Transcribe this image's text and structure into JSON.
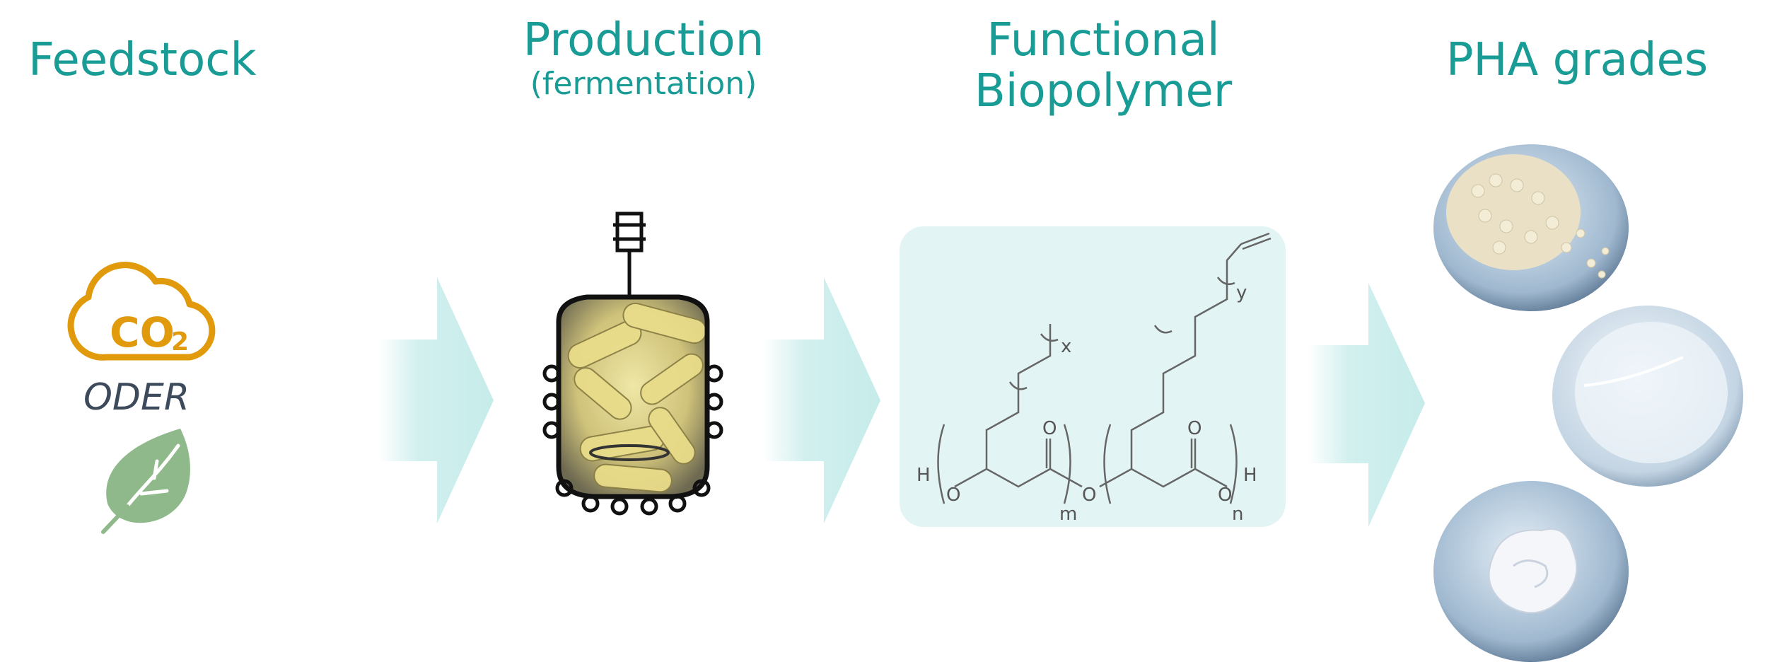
{
  "headings": {
    "feedstock": "Feedstock",
    "production": "Production",
    "production_sub": "(fermentation)",
    "biopolymer_line1": "Functional",
    "biopolymer_line2": "Biopolymer",
    "pha_grades": "PHA grades"
  },
  "feedstock": {
    "cloud_text": "CO",
    "cloud_subscript": "2",
    "or_label": "ODER",
    "icons": [
      "co2-cloud-icon",
      "leaf-icon"
    ]
  },
  "biopolymer_structure": {
    "atoms": {
      "h_left": "H",
      "o_ring_left": "O",
      "o_carbonyl_left": "O",
      "o_link": "O",
      "o_carbonyl_right": "O",
      "o_ring_right": "O",
      "h_right": "H"
    },
    "subscripts": {
      "m": "m",
      "n": "n",
      "x": "x",
      "y": "y"
    }
  },
  "pha_grades": {
    "samples": [
      "granules-petri-dish",
      "film-petri-dish",
      "foam-petri-dish"
    ]
  },
  "colors": {
    "heading": "#1a9c96",
    "arrow": "#c6ecea",
    "cloud": "#e09a0c",
    "leaf": "#8fb98a",
    "panel": "#e2f4f3"
  }
}
